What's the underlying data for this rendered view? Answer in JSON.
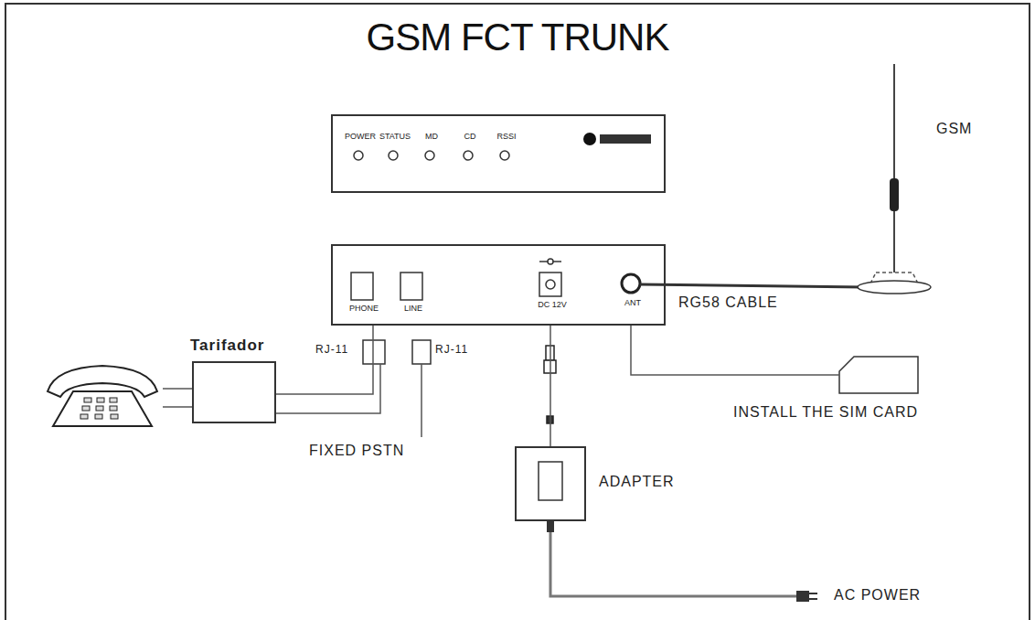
{
  "diagram": {
    "title": "GSM FCT TRUNK",
    "nodes": [
      {
        "text": [
          "POWER",
          "STATUS",
          "MD",
          "CD",
          "RSSI"
        ]
      },
      {
        "text": [
          "PHONE",
          "LINE",
          "DC 12V",
          "ANT"
        ]
      },
      {
        "text": [
          "Tarifador"
        ]
      },
      {
        "text": [
          "INSTALL THE SIM CARD"
        ]
      },
      {
        "text": [
          "ADAPTER"
        ]
      }
    ],
    "edges": [
      {
        "from": 2,
        "to": 1,
        "arrow": "none"
      },
      {
        "from": 1,
        "to": 3,
        "arrow": "none"
      },
      {
        "from": 4,
        "to": 1,
        "arrow": "none"
      }
    ],
    "labels": [
      "RJ-11",
      "RJ-11",
      "FIXED PSTN",
      "RG58 CABLE",
      "GSM",
      "AC POWER"
    ]
  }
}
